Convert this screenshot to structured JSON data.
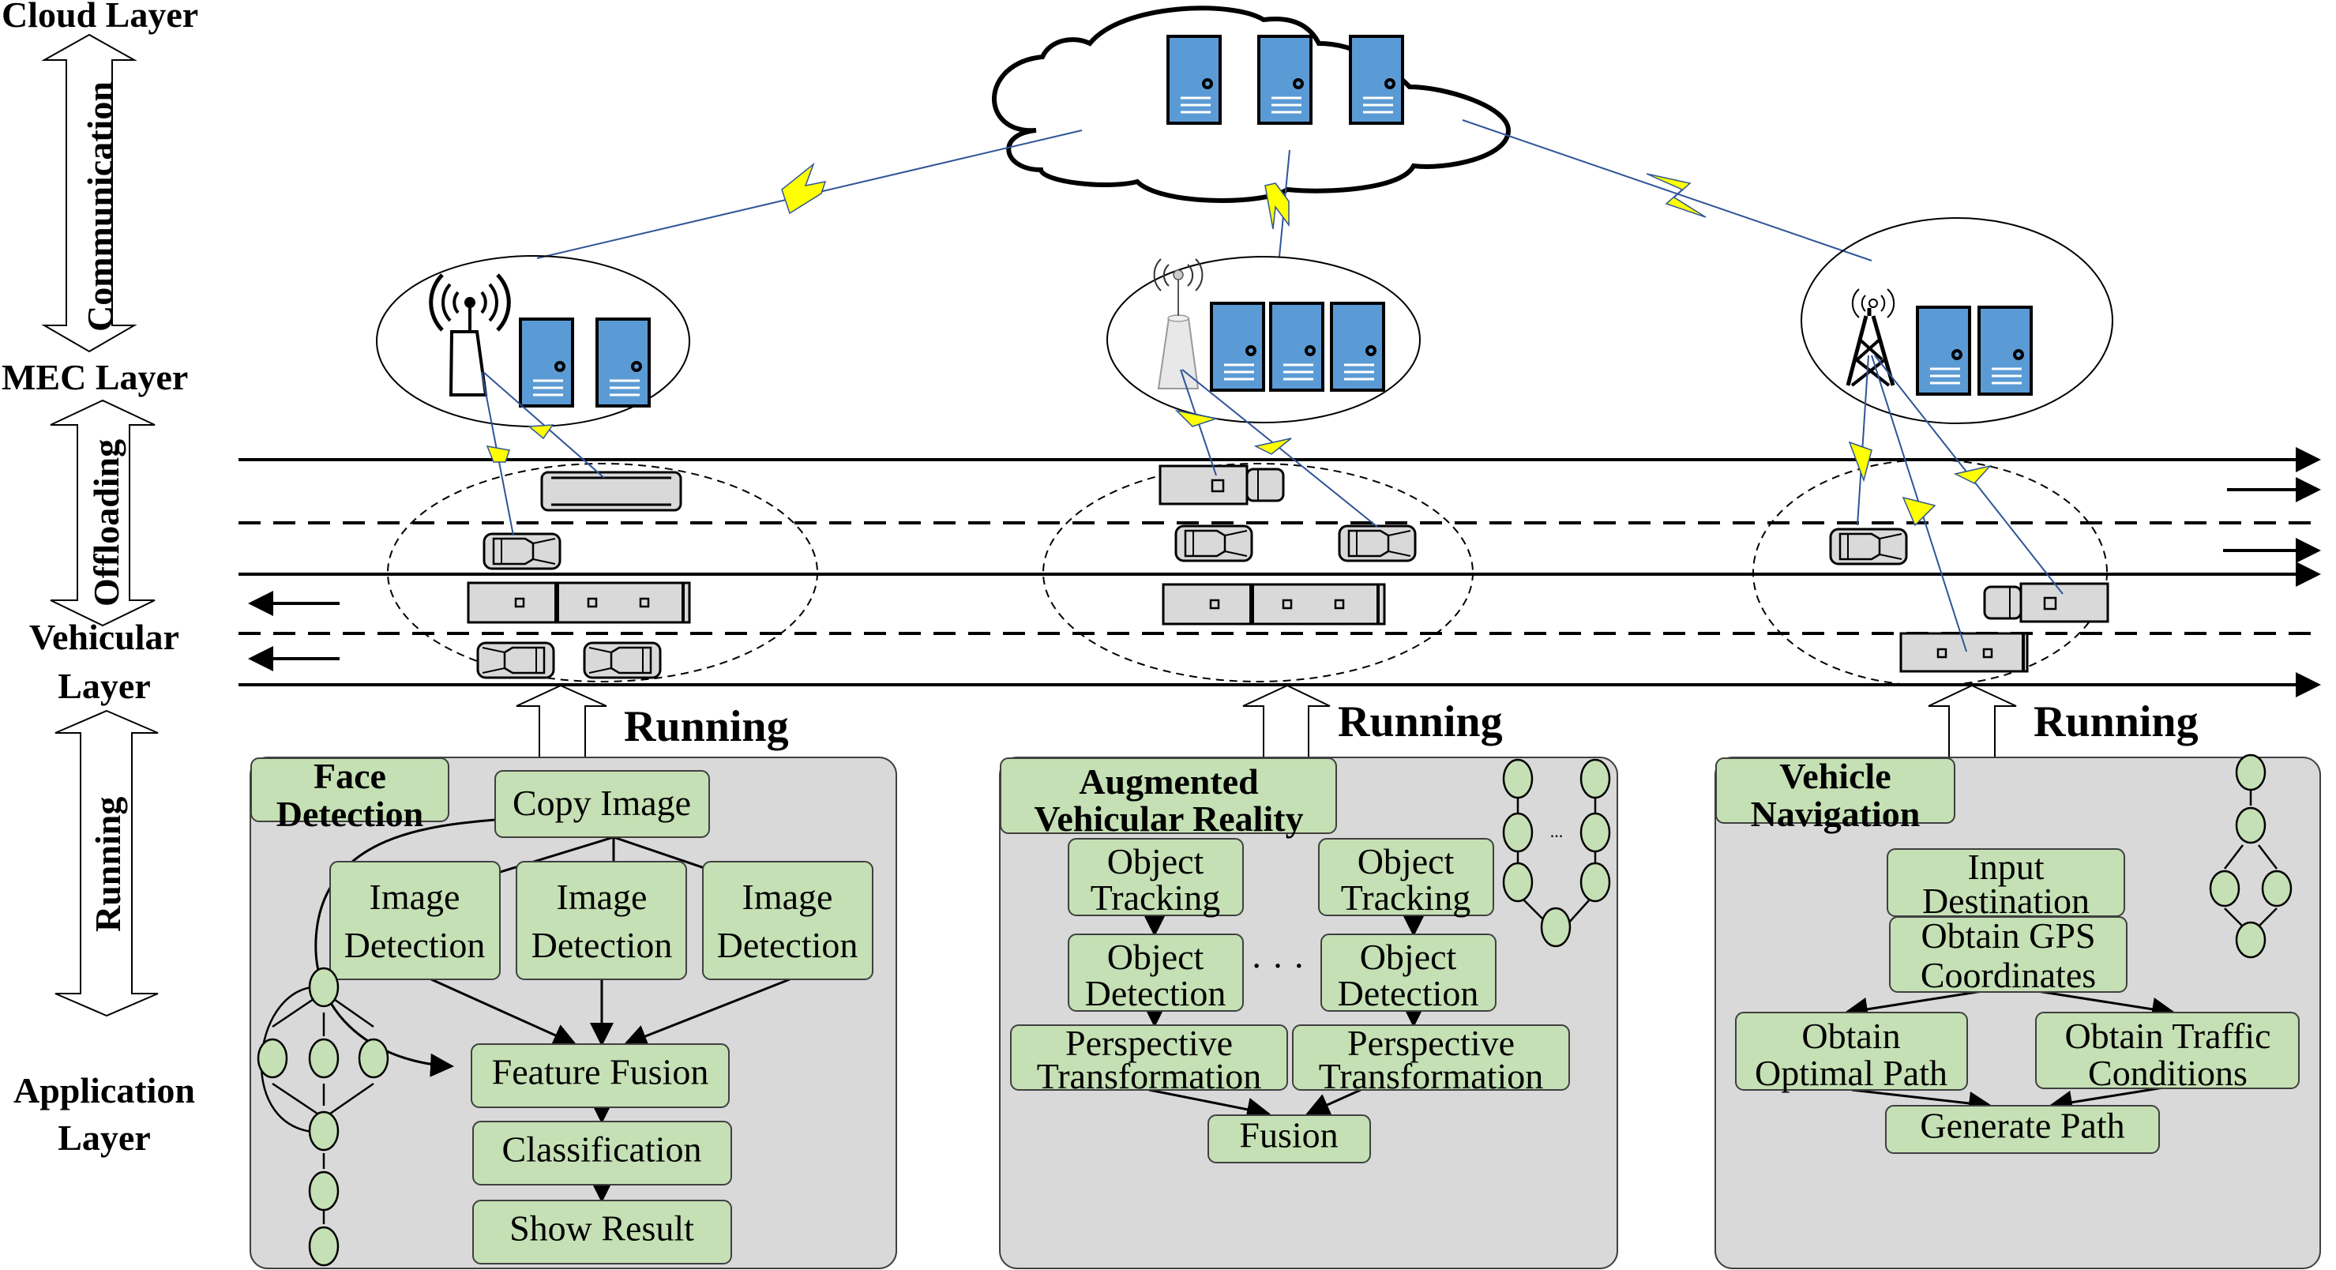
{
  "layers": {
    "cloud": "Cloud Layer",
    "mec": "MEC Layer",
    "vehicular": [
      "Vehicular",
      "Layer"
    ],
    "application": [
      "Application",
      "Layer"
    ]
  },
  "interactions": {
    "communication": "Communication",
    "offloading": "Offloading",
    "running": "Running"
  },
  "colors": {
    "server_fill": "#5b9bd5",
    "panel_fill": "#d9d9d9",
    "task_fill": "#c5e0b4",
    "bolt_fill": "#ffff00",
    "vehicle_fill": "#d9d9d9"
  },
  "icons": {
    "cloud": "cloud-icon",
    "server": "server-icon",
    "antenna_tower": "antenna-tower-icon",
    "cone_antenna": "cone-antenna-icon",
    "lattice_tower": "lattice-tower-icon",
    "wireless_link": "lightning-bolt-icon",
    "car": "car-icon",
    "truck": "truck-icon",
    "bus": "bus-icon"
  },
  "mec_nodes": [
    {
      "antenna": "antenna-tower",
      "servers": 2
    },
    {
      "antenna": "cone-antenna",
      "servers": 3
    },
    {
      "antenna": "lattice-tower",
      "servers": 2
    }
  ],
  "cloud": {
    "servers": 3
  },
  "applications": [
    {
      "running_label": "Running",
      "title": [
        "Face",
        "Detection"
      ],
      "tasks": {
        "copy_image": [
          "Copy Image"
        ],
        "image_detection_1": [
          "Image",
          "Detection"
        ],
        "image_detection_2": [
          "Image",
          "Detection"
        ],
        "image_detection_3": [
          "Image",
          "Detection"
        ],
        "feature_fusion": [
          "Feature Fusion"
        ],
        "classification": [
          "Classification"
        ],
        "show_result": [
          "Show Result"
        ]
      }
    },
    {
      "running_label": "Running",
      "title": [
        "Augmented",
        "Vehicular Reality"
      ],
      "tasks": {
        "object_tracking_1": [
          "Object",
          "Tracking"
        ],
        "object_tracking_2": [
          "Object",
          "Tracking"
        ],
        "object_detection_1": [
          "Object",
          "Detection"
        ],
        "object_detection_2": [
          "Object",
          "Detection"
        ],
        "perspective_1": [
          "Perspective",
          "Transformation"
        ],
        "perspective_2": [
          "Perspective",
          "Transformation"
        ],
        "fusion": [
          "Fusion"
        ]
      },
      "ellipsis": "· · ·",
      "dag_ellipsis": "..."
    },
    {
      "running_label": "Running",
      "title": [
        "Vehicle",
        "Navigation"
      ],
      "tasks": {
        "input_destination": [
          "Input",
          "Destination"
        ],
        "obtain_gps": [
          "Obtain GPS",
          "Coordinates"
        ],
        "obtain_optimal_path": [
          "Obtain",
          "Optimal Path"
        ],
        "obtain_traffic": [
          "Obtain Traffic",
          "Conditions"
        ],
        "generate_path": [
          "Generate Path"
        ]
      }
    }
  ]
}
